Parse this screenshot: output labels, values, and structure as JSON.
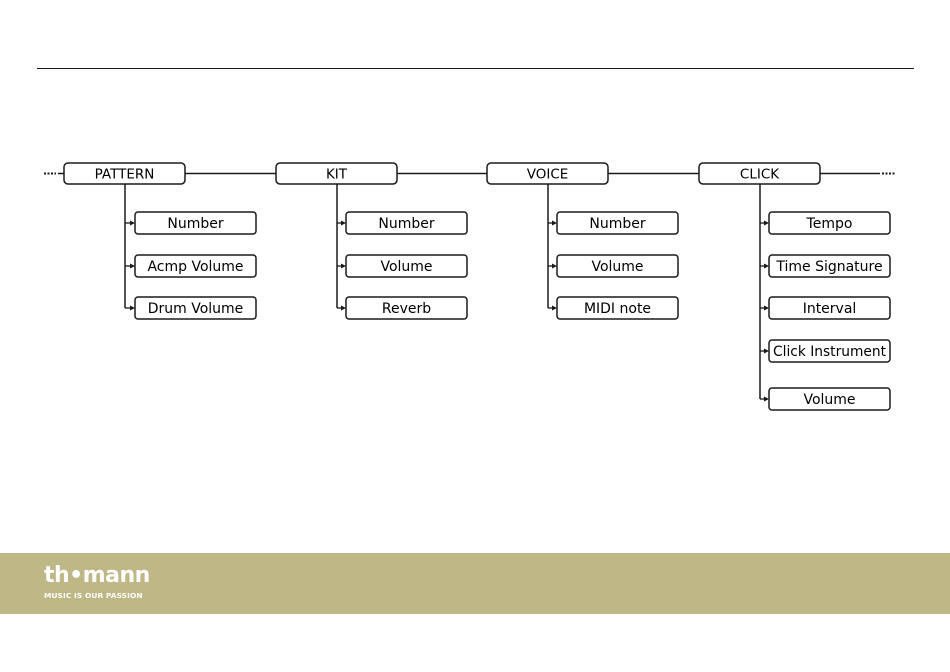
{
  "menu": {
    "groups": [
      {
        "label": "PATTERN",
        "children": [
          "Number",
          "Acmp Volume",
          "Drum Volume"
        ]
      },
      {
        "label": "KIT",
        "children": [
          "Number",
          "Volume",
          "Reverb"
        ]
      },
      {
        "label": "VOICE",
        "children": [
          "Number",
          "Volume",
          "MIDI note"
        ]
      },
      {
        "label": "CLICK",
        "children": [
          "Tempo",
          "Time Signature",
          "Interval",
          "Click Instrument",
          "Volume"
        ]
      }
    ]
  },
  "footer": {
    "logo_text": "th•mann",
    "tagline": "MUSIC IS OUR PASSION"
  }
}
